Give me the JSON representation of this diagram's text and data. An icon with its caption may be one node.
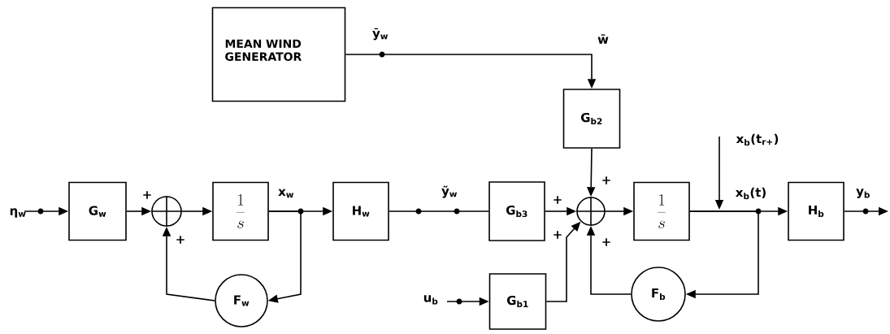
{
  "diagram": {
    "nodes": [
      {
        "text": [
          "MEAN WIND GENERATOR"
        ]
      },
      {
        "text": [
          "G$_{w}$"
        ]
      },
      {
        "text": [],
        "shape": "circle"
      },
      {
        "text": [
          "\\frac{1}{s}"
        ]
      },
      {
        "text": [
          "H$_{w}$"
        ]
      },
      {
        "text": [
          "F$_{w}$"
        ]
      },
      {
        "text": [
          "G$_{b3}$"
        ]
      },
      {
        "text": [
          "G$_{b2}$"
        ]
      },
      {
        "text": [],
        "shape": "circle"
      },
      {
        "text": [
          "G$_{b1}$"
        ]
      },
      {
        "text": [
          "\\frac{1}{s}"
        ]
      },
      {
        "text": [
          "F$_{b}$"
        ]
      },
      {
        "text": [
          "H$_{b}$"
        ]
      }
    ],
    "edges": [
      {
        "from": null,
        "to": 1,
        "arrow": "to",
        "label": "η$_{w}$"
      },
      {
        "from": 1,
        "to": 2,
        "arrow": "to"
      },
      {
        "from": 2,
        "to": 3,
        "arrow": "to"
      },
      {
        "from": 3,
        "to": 4,
        "arrow": "to",
        "label": "x$_{w}$"
      },
      {
        "from": 3,
        "to": 5,
        "arrow": "to"
      },
      {
        "from": 5,
        "to": 2,
        "arrow": "to"
      },
      {
        "from": 4,
        "to": 6,
        "arrow": "none",
        "label": "ỹ$_{w}$"
      },
      {
        "from": 0,
        "to": 7,
        "arrow": "to",
        "label": "ȳ$_{w}$"
      },
      {
        "from": 6,
        "to": 8,
        "arrow": "to"
      },
      {
        "from": 7,
        "to": 8,
        "arrow": "to"
      },
      {
        "from": 9,
        "to": 8,
        "arrow": "to"
      },
      {
        "from": null,
        "to": 9,
        "arrow": "to",
        "label": "u$_{b}$"
      },
      {
        "from": 8,
        "to": 10,
        "arrow": "to"
      },
      {
        "from": 10,
        "to": 12,
        "arrow": "to",
        "label": "x$_{b}$(t)"
      },
      {
        "from": 10,
        "to": 11,
        "arrow": "to"
      },
      {
        "from": 11,
        "to": 8,
        "arrow": "to"
      },
      {
        "from": 12,
        "to": null,
        "arrow": "to",
        "label": "y$_{b}$"
      }
    ],
    "labels": [
      "w̄",
      "x$_{b}$(t$_{r+}$)",
      "+",
      "+",
      "+",
      "+",
      "+",
      "+"
    ]
  }
}
